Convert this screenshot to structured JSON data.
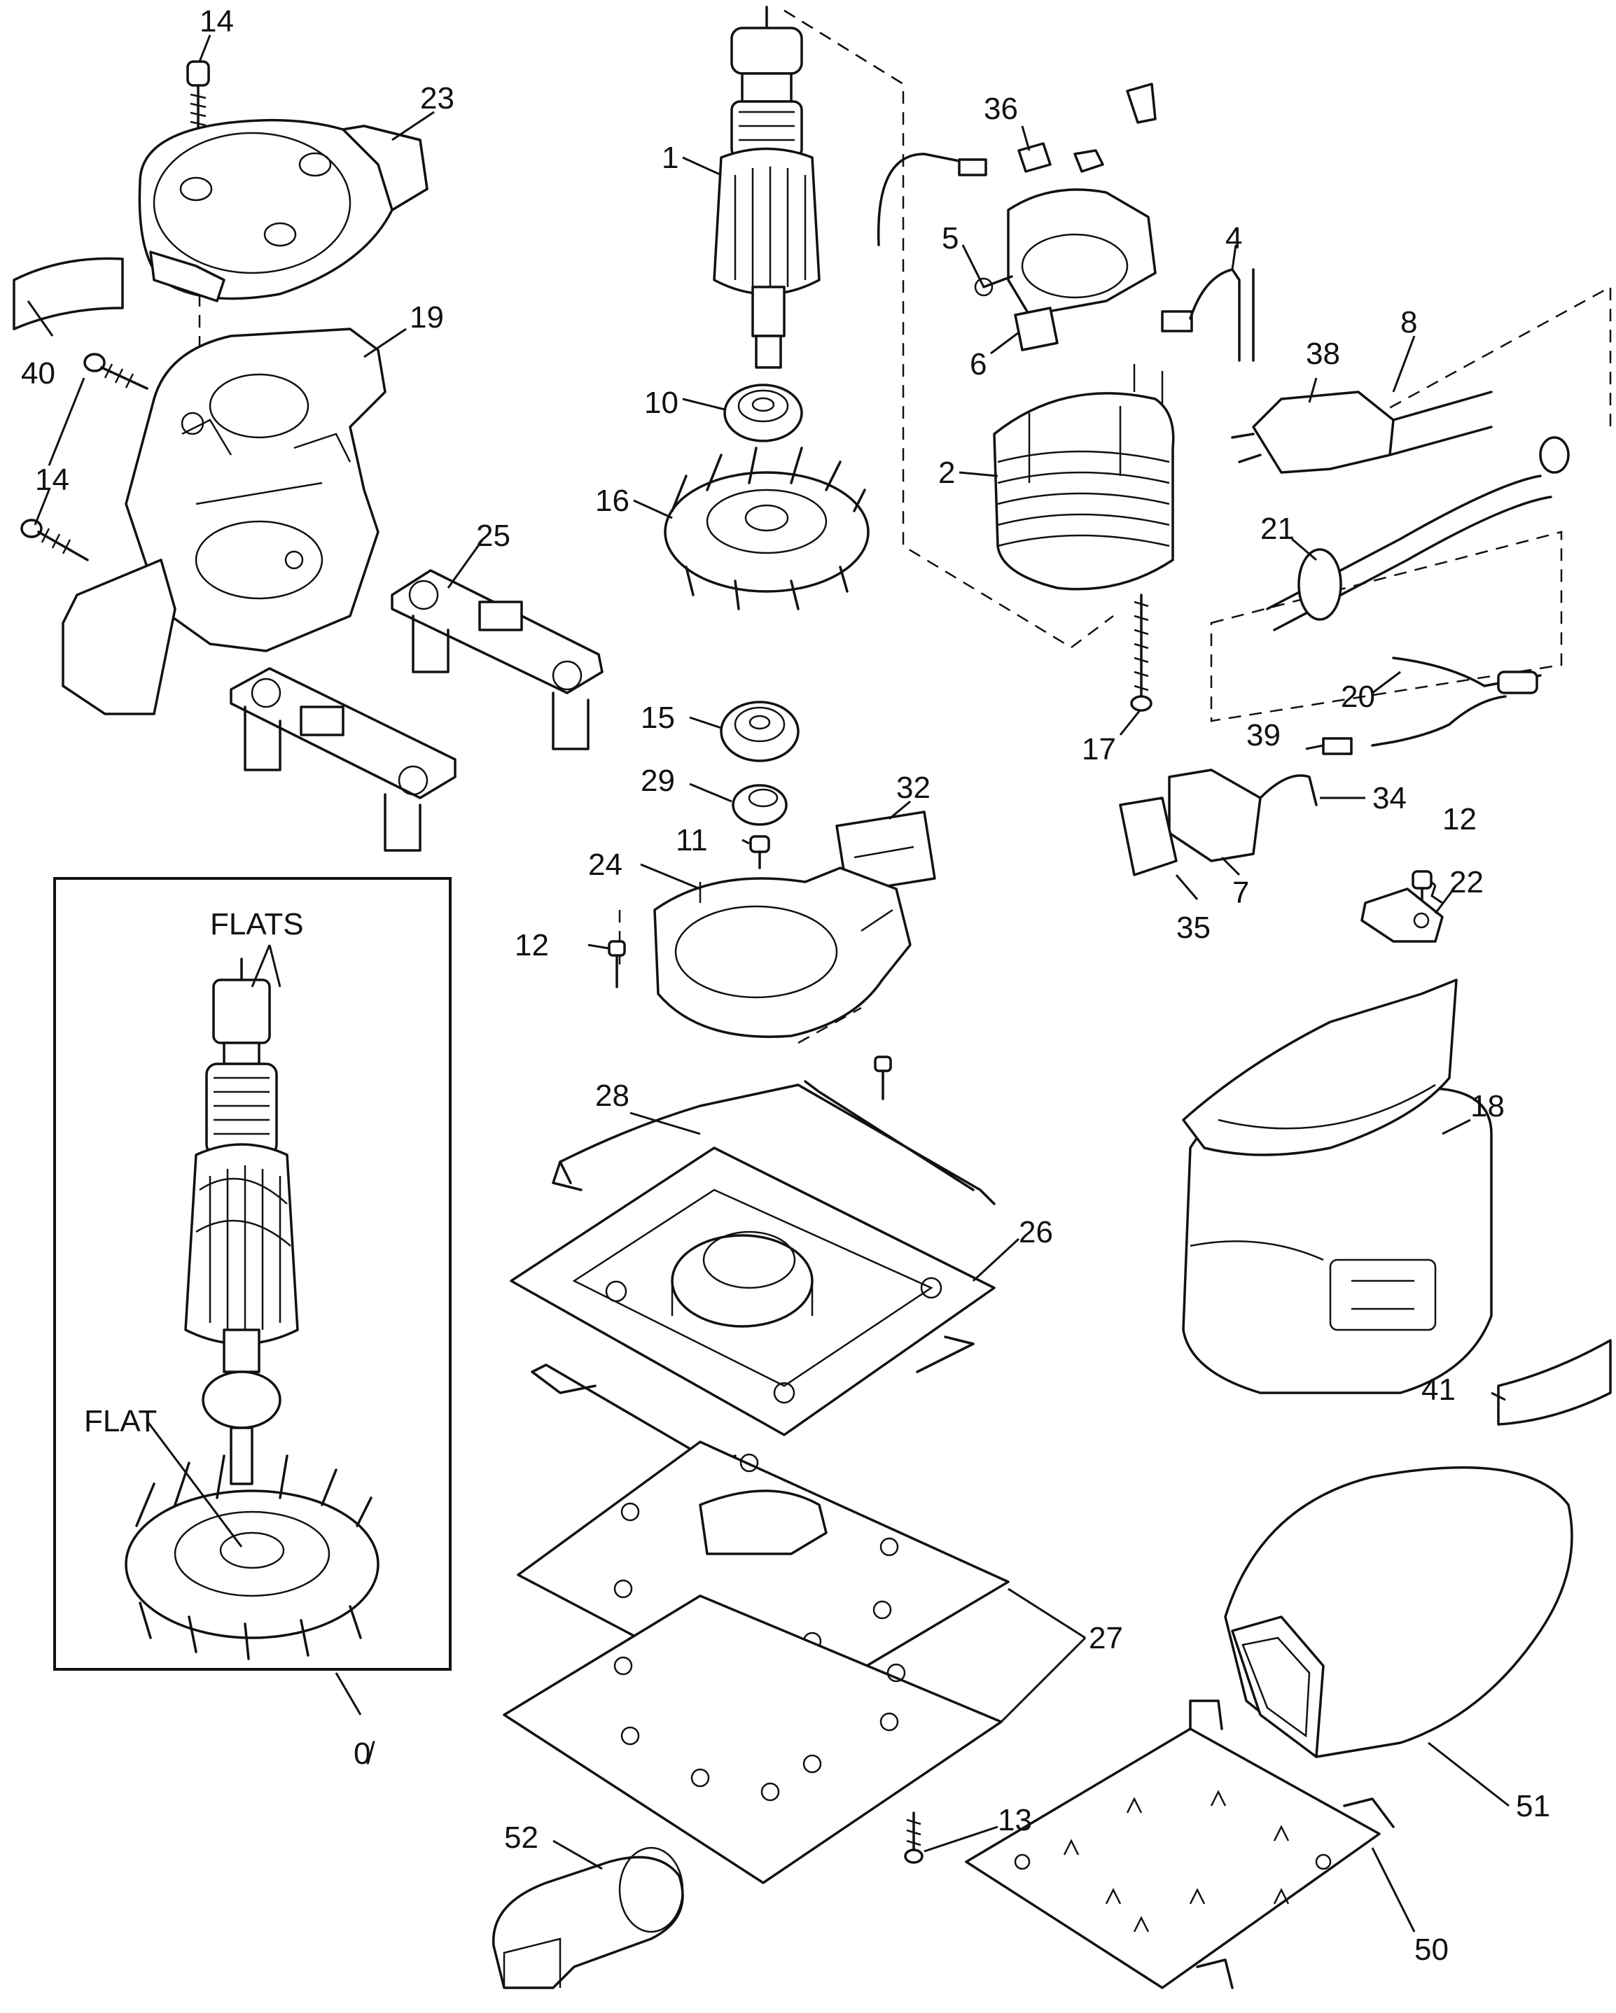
{
  "diagram": {
    "callouts": {
      "c14a": "14",
      "c23": "23",
      "c40": "40",
      "c19": "19",
      "c14b": "14",
      "c1": "1",
      "c10": "10",
      "c16": "16",
      "c36": "36",
      "c5": "5",
      "c4": "4",
      "c6": "6",
      "c38": "38",
      "c8": "8",
      "c2": "2",
      "c21": "21",
      "c25": "25",
      "c15": "15",
      "c29": "29",
      "c32": "32",
      "c11": "11",
      "c24": "24",
      "c12a": "12",
      "c17": "17",
      "c20": "20",
      "c39": "39",
      "c34": "34",
      "c12b": "12",
      "c22": "22",
      "c7": "7",
      "c35": "35",
      "c18": "18",
      "c28": "28",
      "c26": "26",
      "c41": "41",
      "c27": "27",
      "c13": "13",
      "c51": "51",
      "c52": "52",
      "c50": "50"
    },
    "inset": {
      "label_flats": "FLATS",
      "label_flat": "FLAT",
      "label_ref": "0̸"
    }
  }
}
